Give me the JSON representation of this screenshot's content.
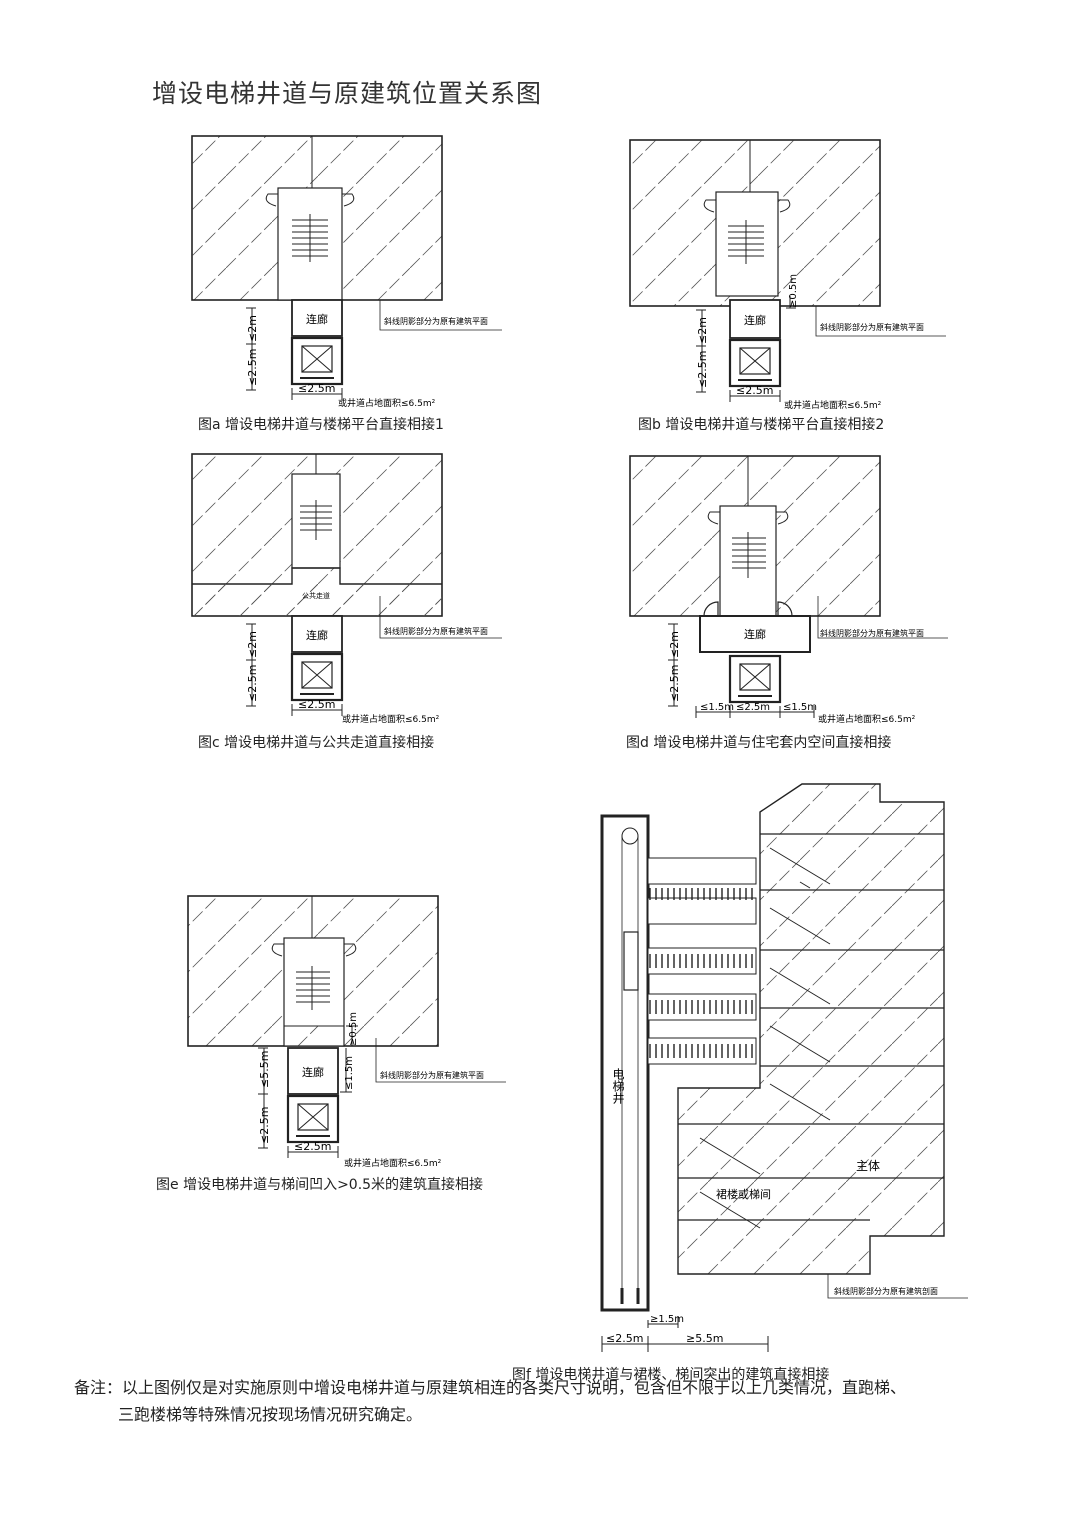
{
  "title": "增设电梯井道与原建筑位置关系图",
  "labels": {
    "corridor": "连廊",
    "public_corridor": "公共走道",
    "hatch_note": "斜线阴影部分为原有建筑平面",
    "hatch_note_section": "斜线阴影部分为原有建筑剖面",
    "area_note": "或井道占地面积≤6.5m²",
    "dim_2_5": "≤2.5m",
    "dim_2": "≤2m",
    "dim_0_5": "≥0.5m",
    "dim_1_5": "≤1.5m",
    "dim_1_5_ge": "≥1.5m",
    "dim_5_5": "≤5.5m",
    "dim_5_5_ge": "≥5.5m",
    "shaft_label": "电梯井",
    "main_body": "主体",
    "podium": "裙楼或梯间"
  },
  "captions": {
    "a": "图a  增设电梯井道与楼梯平台直接相接1",
    "b": "图b  增设电梯井道与楼梯平台直接相接2",
    "c": "图c  增设电梯井道与公共走道直接相接",
    "d": "图d  增设电梯井道与住宅套内空间直接相接",
    "e": "图e   增设电梯井道与梯间凹入>0.5米的建筑直接相接",
    "f": "图f  增设电梯井道与裙楼、梯间突出的建筑直接相接"
  },
  "note": {
    "line1": "备注：以上图例仅是对实施原则中增设电梯井道与原建筑相连的各类尺寸说明，包含但不限于以上几类情况，直跑梯、",
    "line2": "三跑楼梯等特殊情况按现场情况研究确定。"
  },
  "colors": {
    "line": "#222222",
    "hatch": "#555555"
  }
}
